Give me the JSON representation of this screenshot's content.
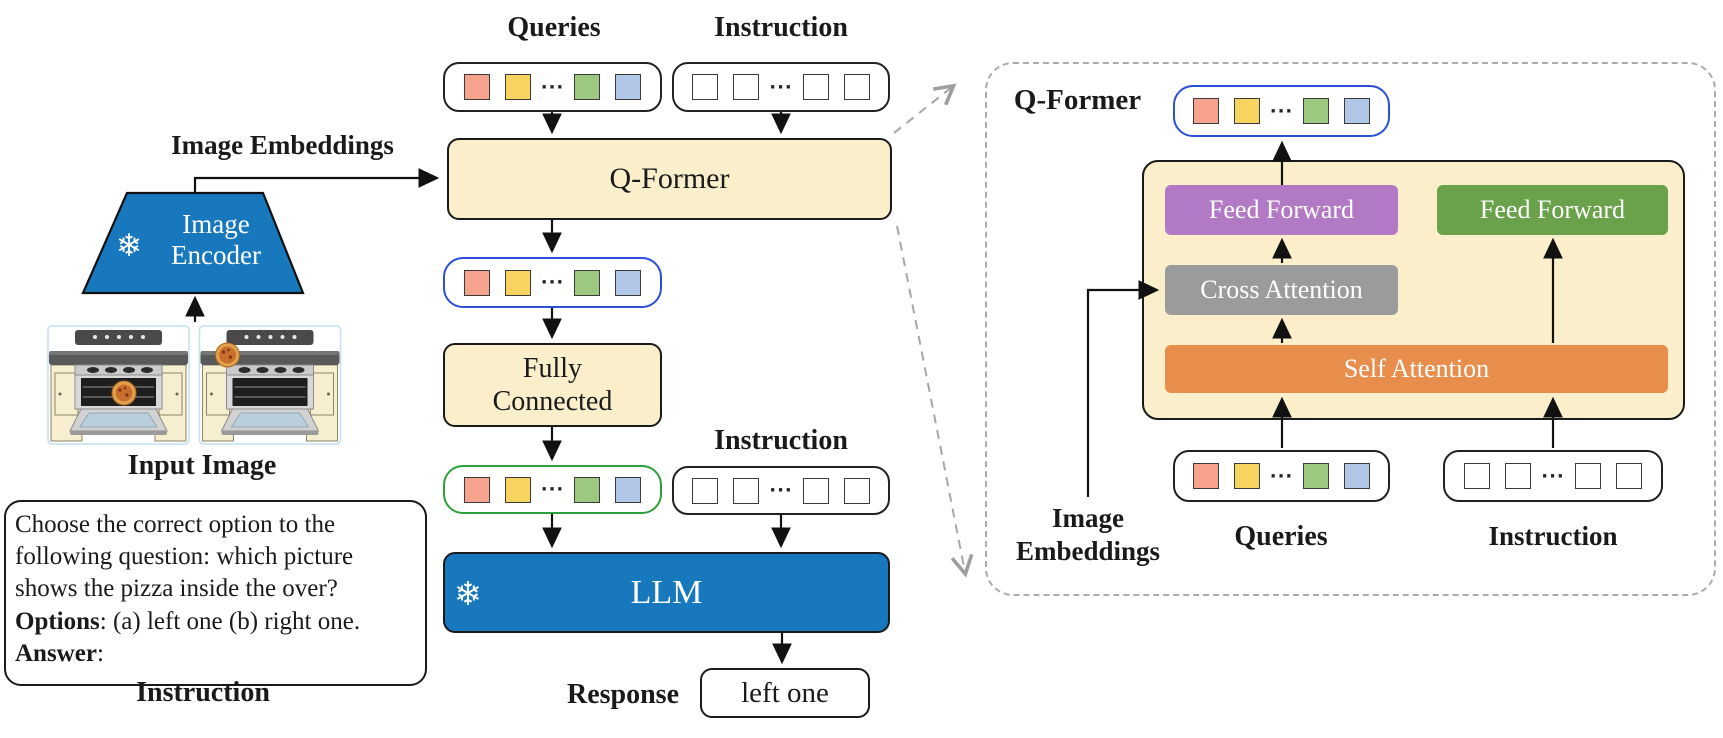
{
  "colors": {
    "cream": "#FAEECB",
    "frozen_blue": "#1778BE",
    "purple": "#B279C4",
    "green": "#69A24B",
    "gray": "#9B9B9B",
    "orange": "#E78E4D",
    "outline_blue": "#2B4FD7",
    "outline_green": "#2DA03C",
    "dashed_gray": "#ABABAB"
  },
  "tokens": {
    "colored": [
      "#F6A38D",
      "#F6D45F",
      "#9CC97F",
      "#B0C7E8"
    ],
    "plain_count": 4,
    "plain_fill": "#FFFFFF",
    "dots": "···"
  },
  "main": {
    "queries_label": "Queries",
    "instruction_top_label": "Instruction",
    "image_embeddings_label": "Image Embeddings",
    "qformer_label": "Q-Former",
    "image_encoder": {
      "line1": "Image",
      "line2": "Encoder",
      "snowflake": "❄"
    },
    "input_image_label": "Input Image",
    "fully_connected": {
      "line1": "Fully",
      "line2": "Connected"
    },
    "instruction_mid_label": "Instruction",
    "llm_label": "LLM",
    "llm_snowflake": "❄",
    "response_label": "Response",
    "response_value": "left one",
    "instruction_caption": "Instruction",
    "instruction_text_lines": [
      {
        "bold": "",
        "text": "Choose the correct option to the"
      },
      {
        "bold": "",
        "text": "following question: which picture"
      },
      {
        "bold": "",
        "text": "shows the pizza inside the over?"
      },
      {
        "bold": "Options",
        "text": ": (a) left one (b) right one."
      },
      {
        "bold": "Answer",
        "text": ":"
      }
    ]
  },
  "panel": {
    "title": "Q-Former",
    "feed_forward_left": "Feed Forward",
    "feed_forward_right": "Feed Forward",
    "cross_attention": "Cross Attention",
    "self_attention": "Self Attention",
    "image_embeddings": {
      "line1": "Image",
      "line2": "Embeddings"
    },
    "queries_label": "Queries",
    "instruction_label": "Instruction"
  }
}
